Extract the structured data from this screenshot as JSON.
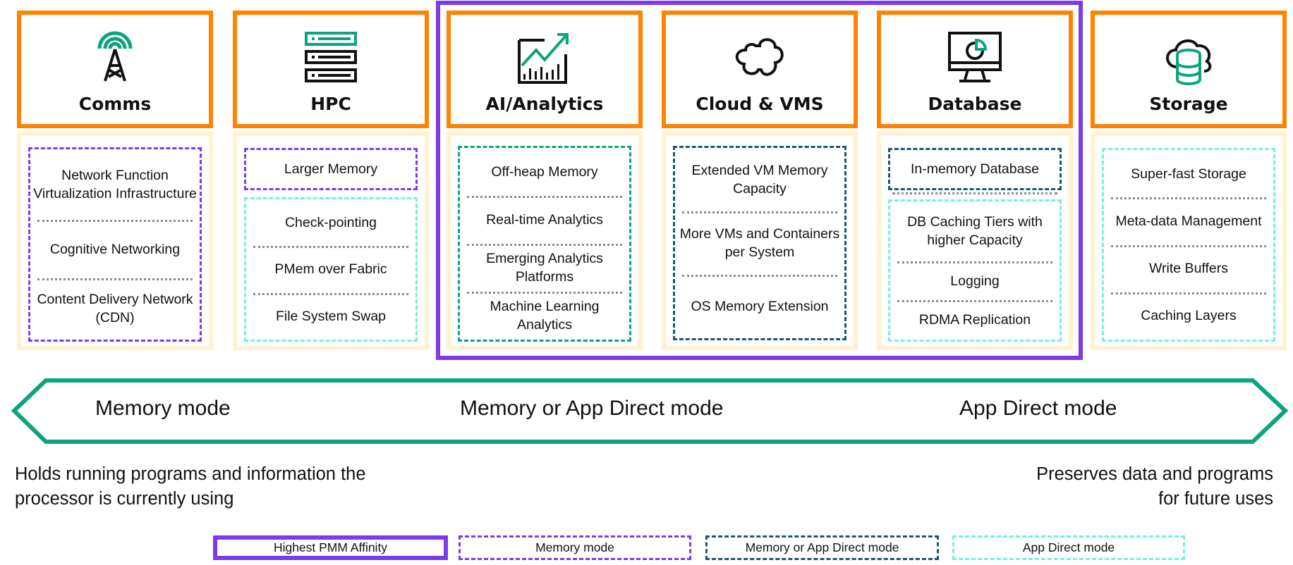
{
  "colors": {
    "highest_affinity": "#7c3aed",
    "memory_mode": "#7c3aed",
    "memory_or_app_direct": "#175a6b",
    "app_direct": "#72f2df",
    "category_border": "#ff8300",
    "arrow": "#0da37f",
    "icon_accent": "#0da37f"
  },
  "columns": [
    {
      "title": "Comms",
      "icon": "cell-tower-icon",
      "groups": [
        {
          "mode": "memory",
          "items": [
            "Network Function Virtualization Infrastructure",
            "Cognitive Networking",
            "Content Delivery Network (CDN)"
          ]
        }
      ]
    },
    {
      "title": "HPC",
      "icon": "server-stack-icon",
      "groups": [
        {
          "mode": "memory",
          "items": [
            "Larger Memory"
          ]
        },
        {
          "mode": "app_direct",
          "items": [
            "Check-pointing",
            "PMem over Fabric",
            "File System Swap"
          ]
        }
      ]
    },
    {
      "title": "AI/Analytics",
      "icon": "analytics-chart-icon",
      "groups": [
        {
          "mode": "teal",
          "items": [
            "Off-heap Memory",
            "Real-time Analytics",
            "Emerging Analytics Platforms",
            "Machine Learning Analytics"
          ]
        }
      ]
    },
    {
      "title": "Cloud & VMS",
      "icon": "cloud-icon",
      "groups": [
        {
          "mode": "memory_or_app_direct",
          "items": [
            "Extended VM Memory Capacity",
            "More VMs and Containers per System",
            "OS Memory Extension"
          ]
        }
      ]
    },
    {
      "title": "Database",
      "icon": "monitor-pie-chart-icon",
      "groups": [
        {
          "mode": "memory_or_app_direct",
          "items": [
            "In-memory Database"
          ]
        },
        {
          "mode": "app_direct",
          "items": [
            "DB Caching Tiers with higher Capacity",
            "Logging",
            "RDMA Replication"
          ]
        }
      ]
    },
    {
      "title": "Storage",
      "icon": "cloud-database-icon",
      "groups": [
        {
          "mode": "app_direct",
          "items": [
            "Super-fast Storage",
            "Meta-data Management",
            "Write Buffers",
            "Caching Layers"
          ]
        }
      ]
    }
  ],
  "highest_affinity_group": [
    "AI/Analytics",
    "Cloud & VMS",
    "Database"
  ],
  "arrow": {
    "left_label": "Memory mode",
    "center_label": "Memory or App Direct mode",
    "right_label": "App Direct mode"
  },
  "descriptions": {
    "left": [
      "Holds running programs and information the",
      "processor is currently using"
    ],
    "right": [
      "Preserves data and programs",
      "for future uses"
    ]
  },
  "legend": [
    {
      "label": "Highest PMM Affinity",
      "style": "solid-purple"
    },
    {
      "label": "Memory mode",
      "style": "dashed-purple"
    },
    {
      "label": "Memory or App Direct mode",
      "style": "dashed-dark-teal"
    },
    {
      "label": "App Direct mode",
      "style": "dashed-aqua"
    }
  ]
}
